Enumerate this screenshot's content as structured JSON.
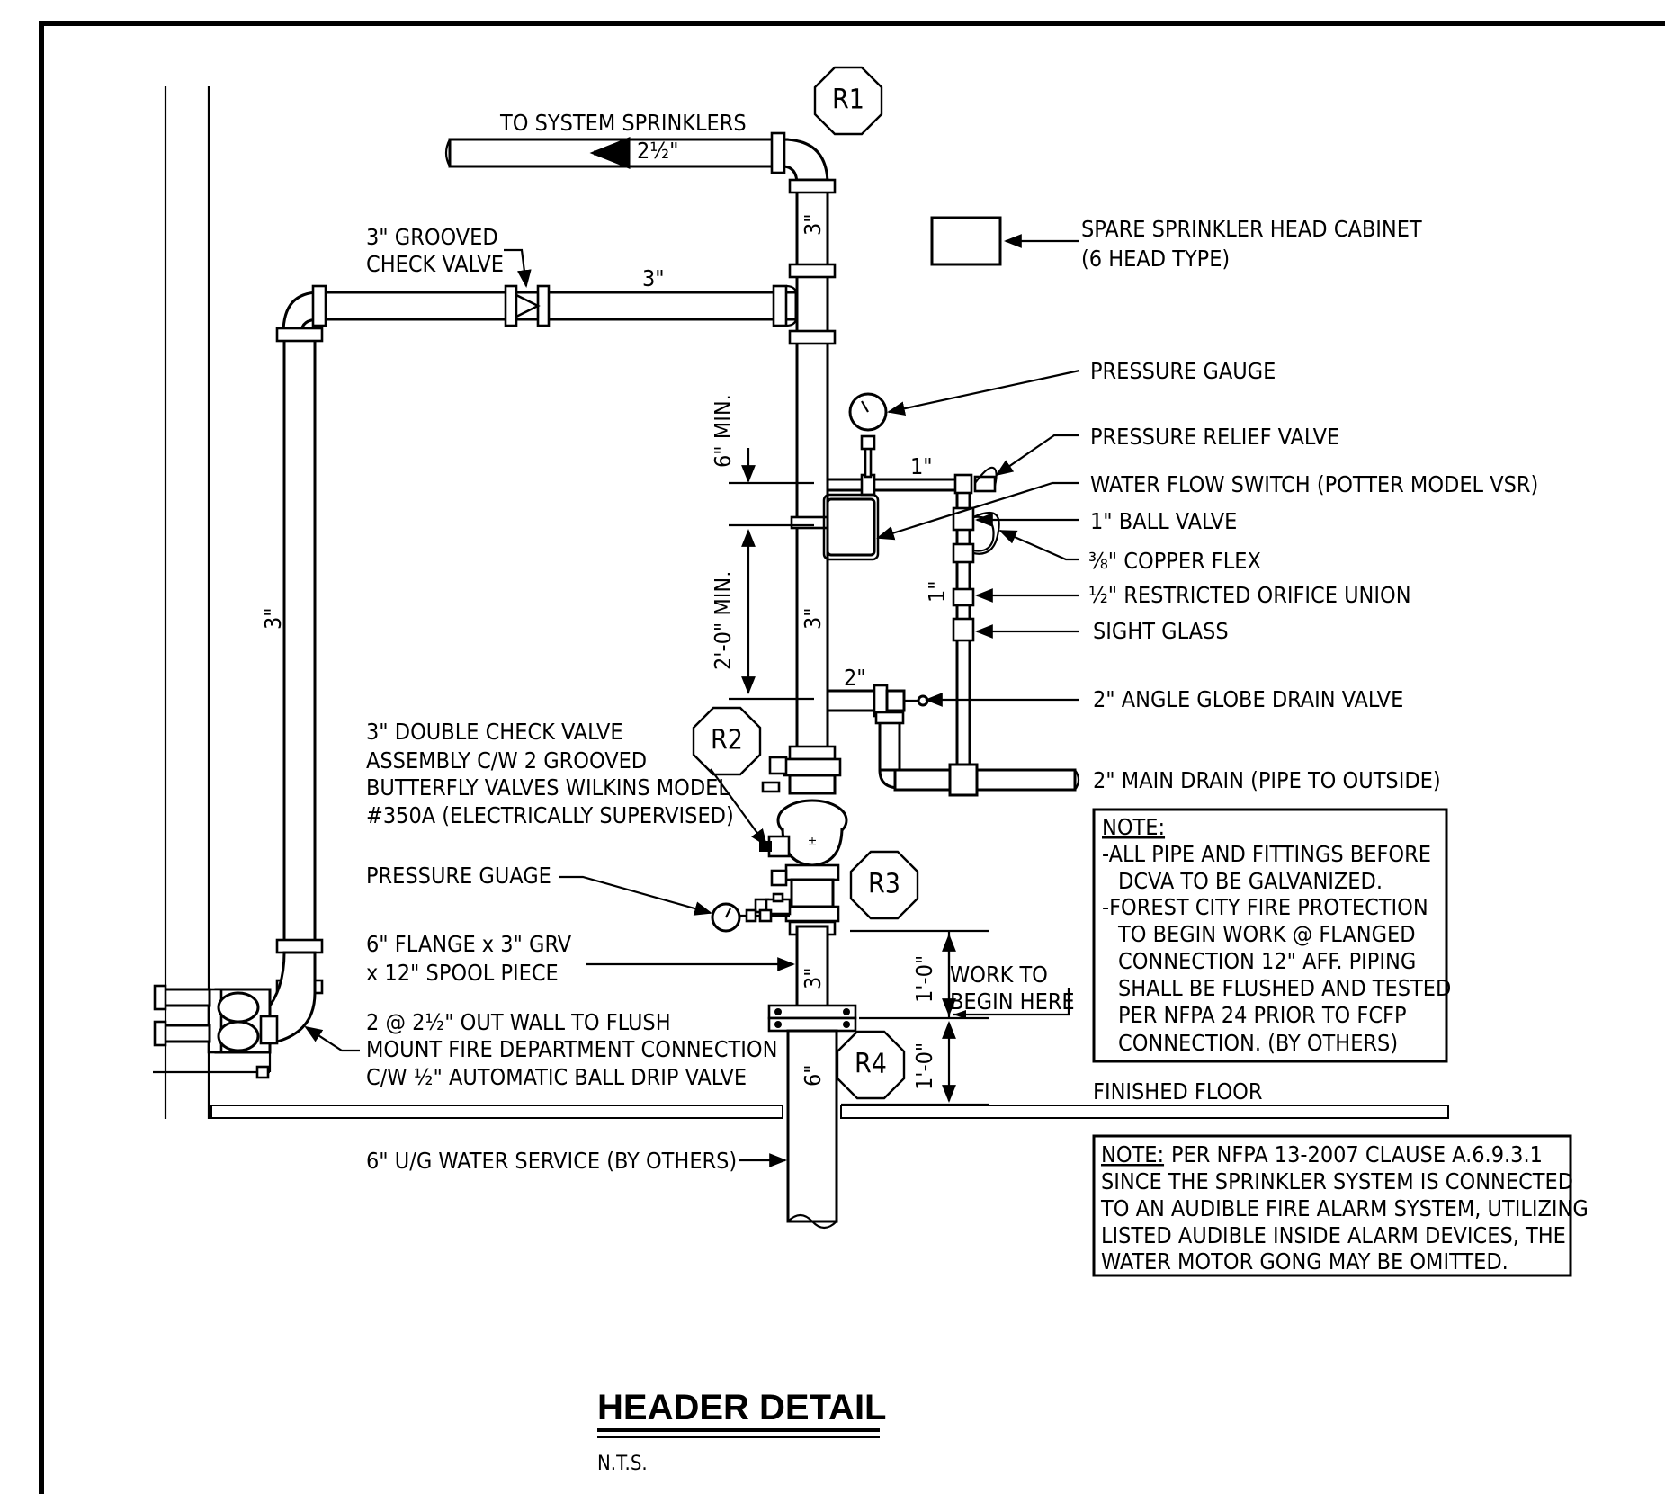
{
  "title": "HEADER DETAIL",
  "scale": "N.T.S.",
  "tags": [
    "R1",
    "R2",
    "R3",
    "R4"
  ],
  "pipe_sizes": {
    "riser_top": "3\"",
    "riser_mid": "3\"",
    "riser_lower": "3\"",
    "service": "6\"",
    "left_vertical": "3\"",
    "horizontal_check": "3\"",
    "supply": "2½\"",
    "gauge_line": "1\"",
    "drain_branch": "1\"",
    "drain_valve": "2\""
  },
  "dimensions": {
    "six_min": "6\" MIN.",
    "two_ft_min": "2'-0\" MIN.",
    "one_ft_upper": "1'-0\"",
    "one_ft_lower": "1'-0\""
  },
  "labels": {
    "to_system": "TO SYSTEM SPRINKLERS",
    "check_valve": [
      "3\" GROOVED",
      "CHECK VALVE"
    ],
    "cabinet": [
      "SPARE SPRINKLER HEAD CABINET",
      "(6 HEAD TYPE)"
    ],
    "pressure_gauge": "PRESSURE GAUGE",
    "relief_valve": "PRESSURE RELIEF VALVE",
    "flow_switch": "WATER FLOW SWITCH (POTTER MODEL VSR)",
    "ball_valve": "1\" BALL VALVE",
    "copper_flex": "⅜\" COPPER FLEX",
    "orifice_union": "½\" RESTRICTED ORIFICE UNION",
    "sight_glass": "SIGHT GLASS",
    "drain_valve": "2\" ANGLE GLOBE DRAIN VALVE",
    "main_drain": "2\" MAIN DRAIN (PIPE TO OUTSIDE)",
    "dcva": [
      "3\" DOUBLE CHECK VALVE",
      "ASSEMBLY C/W 2 GROOVED",
      "BUTTERFLY VALVES WILKINS MODEL",
      "#350A (ELECTRICALLY SUPERVISED)"
    ],
    "pressure_guage": "PRESSURE GUAGE",
    "spool": [
      "6\" FLANGE x 3\" GRV",
      "x 12\" SPOOL PIECE"
    ],
    "fdc": [
      "2 @ 2½\" OUT WALL TO FLUSH",
      "MOUNT FIRE DEPARTMENT CONNECTION",
      "C/W ½\" AUTOMATIC BALL DRIP VALVE"
    ],
    "work_begin": [
      "WORK TO",
      "BEGIN HERE"
    ],
    "finished_floor": "FINISHED FLOOR",
    "water_service": "6\" U/G WATER SERVICE (BY OTHERS)"
  },
  "note1": {
    "heading": "NOTE:",
    "lines": [
      "-ALL PIPE AND FITTINGS BEFORE",
      "DCVA TO BE GALVANIZED.",
      "-FOREST CITY FIRE PROTECTION",
      "TO BEGIN WORK @ FLANGED",
      "CONNECTION 12\" AFF.  PIPING",
      "SHALL BE FLUSHED AND TESTED",
      "PER NFPA 24 PRIOR TO FCFP",
      "CONNECTION. (BY OTHERS)"
    ]
  },
  "note2": {
    "heading": "NOTE:",
    "first_line": "PER NFPA 13-2007 CLAUSE A.6.9.3.1",
    "lines": [
      "SINCE THE SPRINKLER SYSTEM IS CONNECTED",
      "TO AN AUDIBLE FIRE ALARM SYSTEM, UTILIZING",
      "LISTED AUDIBLE INSIDE ALARM DEVICES, THE",
      "WATER MOTOR GONG MAY BE OMITTED."
    ]
  }
}
